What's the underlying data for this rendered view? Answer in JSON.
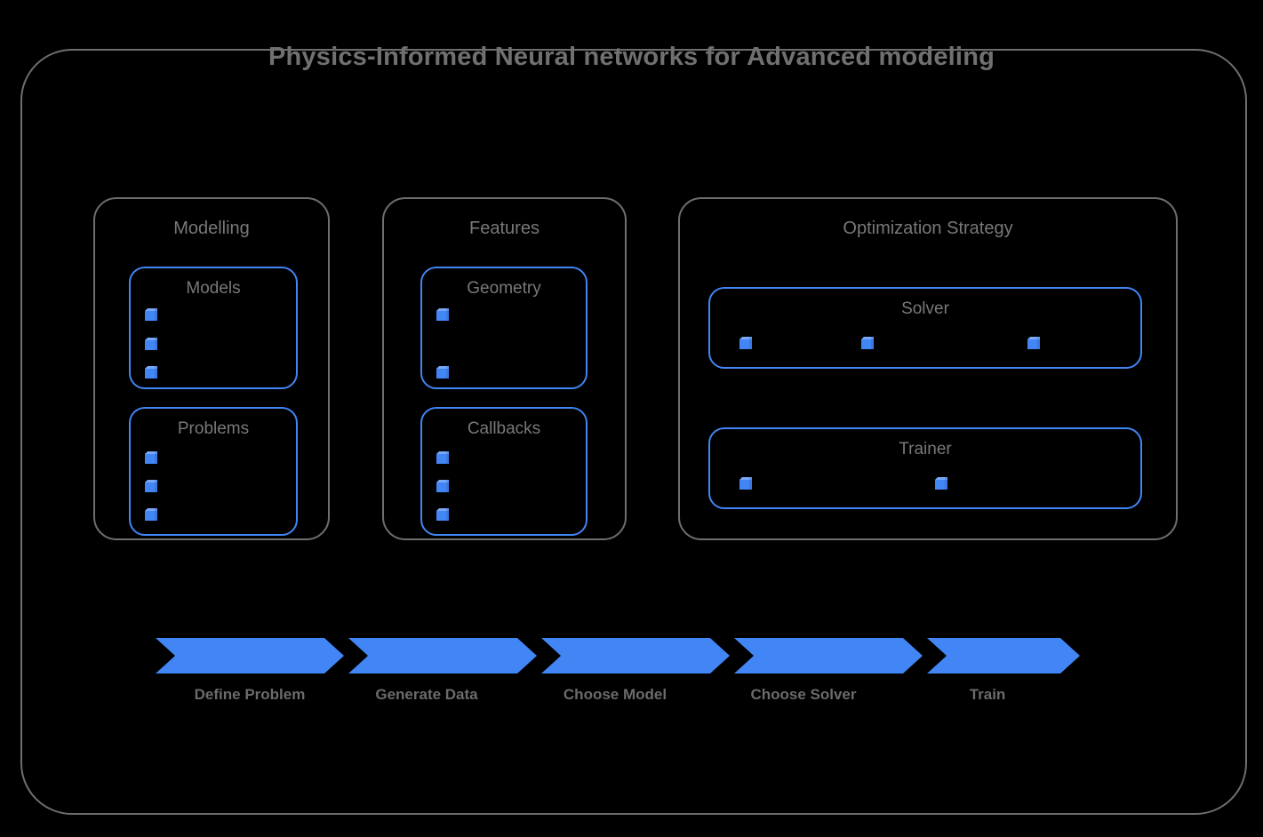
{
  "diagram": {
    "title": "Physics-Informed Neural networks for Advanced modeling",
    "colors": {
      "accent_blue": "#4285f4",
      "frame_grey": "#6e6e6e",
      "text_grey": "#787878",
      "background": "#000000"
    },
    "groups": [
      {
        "name": "modelling",
        "title": "Modelling",
        "boxes": [
          {
            "name": "models",
            "title": "Models",
            "bullet_count": 3,
            "bullet_layout": "vertical"
          },
          {
            "name": "problems",
            "title": "Problems",
            "bullet_count": 3,
            "bullet_layout": "vertical"
          }
        ]
      },
      {
        "name": "features",
        "title": "Features",
        "boxes": [
          {
            "name": "geometry",
            "title": "Geometry",
            "bullet_count": 2,
            "bullet_layout": "vertical"
          },
          {
            "name": "callbacks",
            "title": "Callbacks",
            "bullet_count": 3,
            "bullet_layout": "vertical"
          }
        ]
      },
      {
        "name": "optimization-strategy",
        "title": "Optimization Strategy",
        "boxes": [
          {
            "name": "solver",
            "title": "Solver",
            "bullet_count": 3,
            "bullet_layout": "horizontal"
          },
          {
            "name": "trainer",
            "title": "Trainer",
            "bullet_count": 2,
            "bullet_layout": "horizontal"
          }
        ]
      }
    ],
    "flow": {
      "steps": [
        {
          "label": "Define Problem"
        },
        {
          "label": "Generate Data"
        },
        {
          "label": "Choose Model"
        },
        {
          "label": "Choose Solver"
        },
        {
          "label": "Train"
        }
      ]
    }
  }
}
